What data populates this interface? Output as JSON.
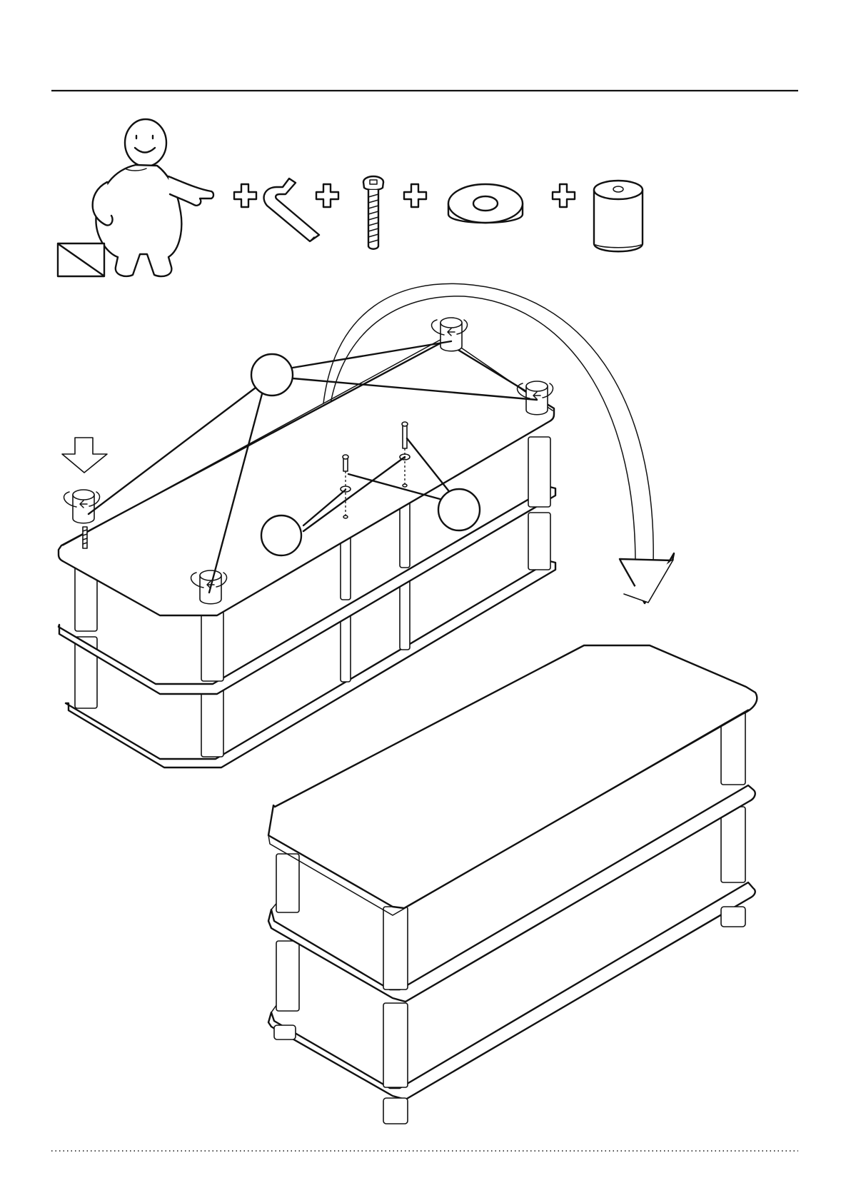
{
  "page": {
    "kind": "assembly-instruction-step",
    "text": ""
  },
  "tools": [
    "hex-key",
    "bolt",
    "washer",
    "foot-cap"
  ],
  "callout_count": 3,
  "icons": {
    "person": "assembly-person-icon",
    "box": "parts-box-icon",
    "plus": "plus-icon",
    "arrow_down": "down-arrow-icon",
    "rotate": "rotate-icon",
    "flip": "flip-arrow-icon"
  },
  "colors": {
    "line": "#111111",
    "background": "#ffffff"
  }
}
